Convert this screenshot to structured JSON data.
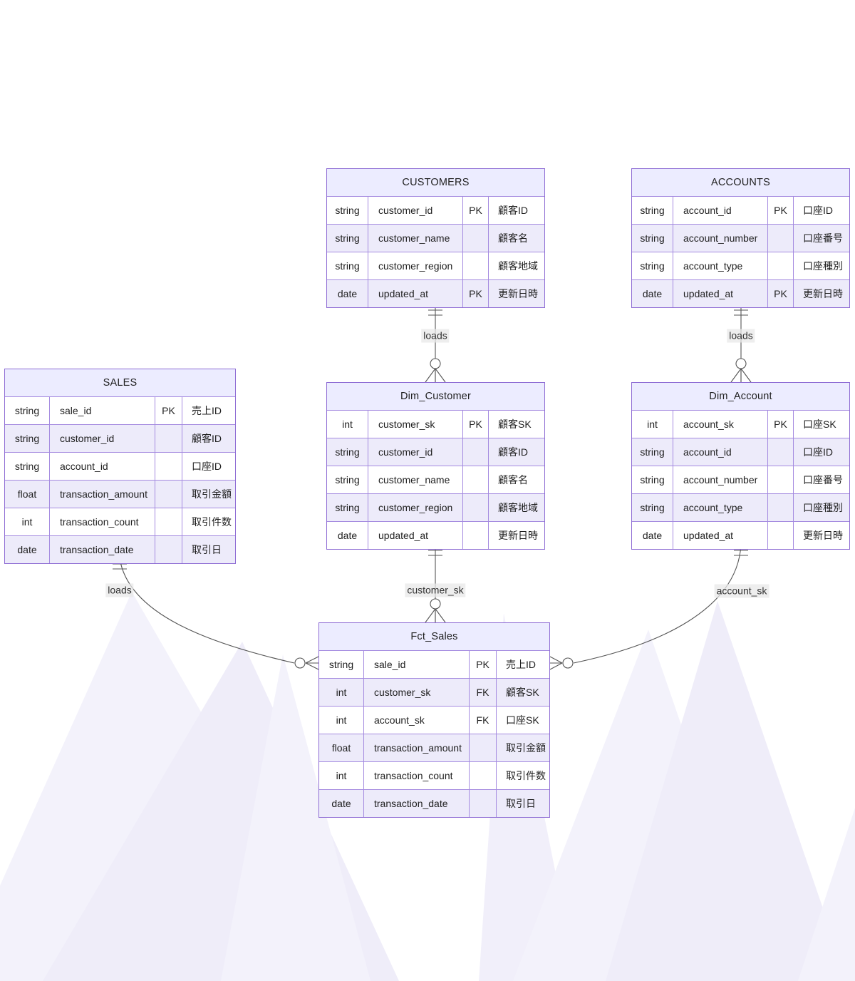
{
  "diagram_type": "entity-relationship",
  "entities": [
    {
      "name": "CUSTOMERS",
      "rows": [
        {
          "type": "string",
          "name": "customer_id",
          "key": "PK",
          "comment": "顧客ID"
        },
        {
          "type": "string",
          "name": "customer_name",
          "key": "",
          "comment": "顧客名"
        },
        {
          "type": "string",
          "name": "customer_region",
          "key": "",
          "comment": "顧客地域"
        },
        {
          "type": "date",
          "name": "updated_at",
          "key": "PK",
          "comment": "更新日時"
        }
      ]
    },
    {
      "name": "ACCOUNTS",
      "rows": [
        {
          "type": "string",
          "name": "account_id",
          "key": "PK",
          "comment": "口座ID"
        },
        {
          "type": "string",
          "name": "account_number",
          "key": "",
          "comment": "口座番号"
        },
        {
          "type": "string",
          "name": "account_type",
          "key": "",
          "comment": "口座種別"
        },
        {
          "type": "date",
          "name": "updated_at",
          "key": "PK",
          "comment": "更新日時"
        }
      ]
    },
    {
      "name": "SALES",
      "rows": [
        {
          "type": "string",
          "name": "sale_id",
          "key": "PK",
          "comment": "売上ID"
        },
        {
          "type": "string",
          "name": "customer_id",
          "key": "",
          "comment": "顧客ID"
        },
        {
          "type": "string",
          "name": "account_id",
          "key": "",
          "comment": "口座ID"
        },
        {
          "type": "float",
          "name": "transaction_amount",
          "key": "",
          "comment": "取引金額"
        },
        {
          "type": "int",
          "name": "transaction_count",
          "key": "",
          "comment": "取引件数"
        },
        {
          "type": "date",
          "name": "transaction_date",
          "key": "",
          "comment": "取引日"
        }
      ]
    },
    {
      "name": "Dim_Customer",
      "rows": [
        {
          "type": "int",
          "name": "customer_sk",
          "key": "PK",
          "comment": "顧客SK"
        },
        {
          "type": "string",
          "name": "customer_id",
          "key": "",
          "comment": "顧客ID"
        },
        {
          "type": "string",
          "name": "customer_name",
          "key": "",
          "comment": "顧客名"
        },
        {
          "type": "string",
          "name": "customer_region",
          "key": "",
          "comment": "顧客地域"
        },
        {
          "type": "date",
          "name": "updated_at",
          "key": "",
          "comment": "更新日時"
        }
      ]
    },
    {
      "name": "Dim_Account",
      "rows": [
        {
          "type": "int",
          "name": "account_sk",
          "key": "PK",
          "comment": "口座SK"
        },
        {
          "type": "string",
          "name": "account_id",
          "key": "",
          "comment": "口座ID"
        },
        {
          "type": "string",
          "name": "account_number",
          "key": "",
          "comment": "口座番号"
        },
        {
          "type": "string",
          "name": "account_type",
          "key": "",
          "comment": "口座種別"
        },
        {
          "type": "date",
          "name": "updated_at",
          "key": "",
          "comment": "更新日時"
        }
      ]
    },
    {
      "name": "Fct_Sales",
      "rows": [
        {
          "type": "string",
          "name": "sale_id",
          "key": "PK",
          "comment": "売上ID"
        },
        {
          "type": "int",
          "name": "customer_sk",
          "key": "FK",
          "comment": "顧客SK"
        },
        {
          "type": "int",
          "name": "account_sk",
          "key": "FK",
          "comment": "口座SK"
        },
        {
          "type": "float",
          "name": "transaction_amount",
          "key": "",
          "comment": "取引金額"
        },
        {
          "type": "int",
          "name": "transaction_count",
          "key": "",
          "comment": "取引件数"
        },
        {
          "type": "date",
          "name": "transaction_date",
          "key": "",
          "comment": "取引日"
        }
      ]
    }
  ],
  "relationships": [
    {
      "from": "CUSTOMERS",
      "to": "Dim_Customer",
      "label": "loads",
      "cardinality": "one-to-zero-or-many"
    },
    {
      "from": "ACCOUNTS",
      "to": "Dim_Account",
      "label": "loads",
      "cardinality": "one-to-zero-or-many"
    },
    {
      "from": "SALES",
      "to": "Fct_Sales",
      "label": "loads",
      "cardinality": "one-to-zero-or-many"
    },
    {
      "from": "Dim_Customer",
      "to": "Fct_Sales",
      "label": "customer_sk",
      "cardinality": "one-to-zero-or-many"
    },
    {
      "from": "Dim_Account",
      "to": "Fct_Sales",
      "label": "account_sk",
      "cardinality": "one-to-zero-or-many"
    }
  ],
  "colors": {
    "entity_border": "#8e6cd4",
    "header_fill": "#ECECFF",
    "row_alt_fill": "#EDEBFA",
    "relationship_line": "#555555",
    "mountain_light": "#f3f2fb",
    "mountain_mid": "#efedf9"
  }
}
